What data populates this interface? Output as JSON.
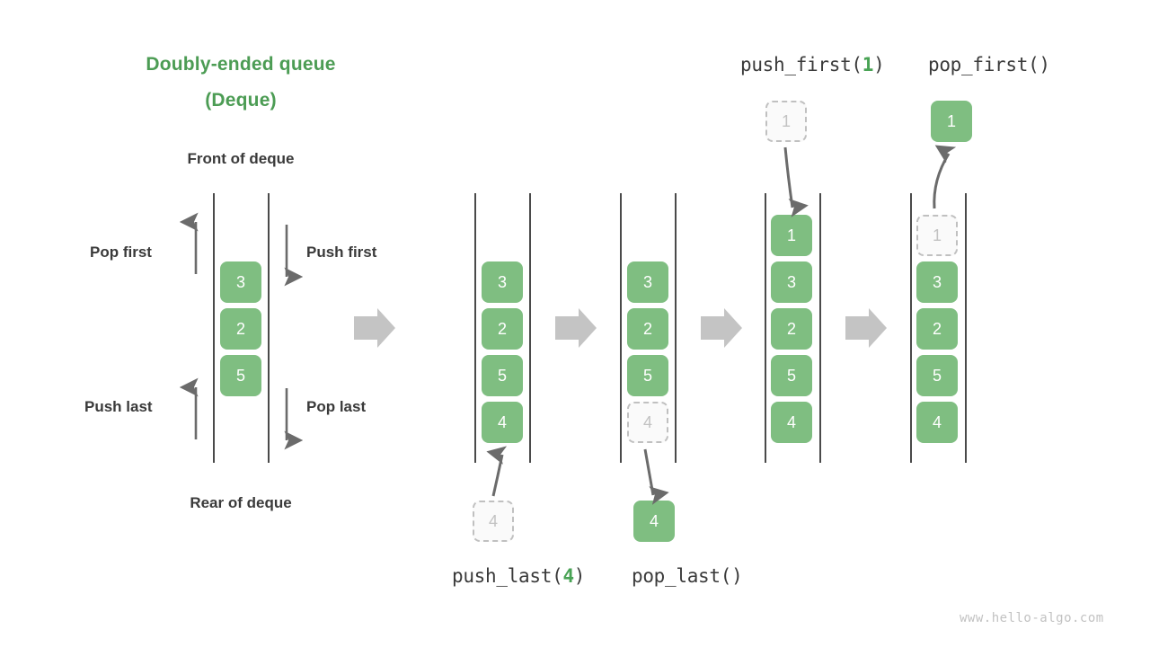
{
  "title": {
    "line1": "Doubly-ended queue",
    "line2": "(Deque)"
  },
  "labels": {
    "front": "Front of deque",
    "rear": "Rear of deque",
    "pop_first": "Pop first",
    "push_first": "Push first",
    "push_last": "Push last",
    "pop_last": "Pop last"
  },
  "operations": {
    "push_last": {
      "prefix": "push_last(",
      "arg": "4",
      "suffix": ")"
    },
    "pop_last": {
      "text": "pop_last()"
    },
    "push_first": {
      "prefix": "push_first(",
      "arg": "1",
      "suffix": ")"
    },
    "pop_first": {
      "text": "pop_first()"
    }
  },
  "colors": {
    "accent_green": "#4c9c54",
    "node_green": "#7fbe81",
    "ghost_border": "#c0c0c0",
    "ghost_text": "#c2c2c2",
    "arrow_gray": "#6b6b6b",
    "block_arrow_gray": "#c4c4c4",
    "text_dark": "#3a3a3a",
    "rail": "#4a4a4a"
  },
  "panels": [
    {
      "id": "panel-overview",
      "nodes": [
        {
          "value": "3",
          "state": "filled"
        },
        {
          "value": "2",
          "state": "filled"
        },
        {
          "value": "5",
          "state": "filled"
        }
      ]
    },
    {
      "id": "panel-before-push-last",
      "nodes": [
        {
          "value": "3",
          "state": "filled"
        },
        {
          "value": "2",
          "state": "filled"
        },
        {
          "value": "5",
          "state": "filled"
        },
        {
          "value": "4",
          "state": "filled"
        }
      ],
      "external": [
        {
          "value": "4",
          "state": "ghost"
        }
      ]
    },
    {
      "id": "panel-after-pop-last",
      "nodes": [
        {
          "value": "3",
          "state": "filled"
        },
        {
          "value": "2",
          "state": "filled"
        },
        {
          "value": "5",
          "state": "filled"
        },
        {
          "value": "4",
          "state": "ghost"
        }
      ],
      "external": [
        {
          "value": "4",
          "state": "filled"
        }
      ]
    },
    {
      "id": "panel-after-push-first",
      "nodes": [
        {
          "value": "1",
          "state": "filled"
        },
        {
          "value": "3",
          "state": "filled"
        },
        {
          "value": "2",
          "state": "filled"
        },
        {
          "value": "5",
          "state": "filled"
        },
        {
          "value": "4",
          "state": "filled"
        }
      ],
      "external": [
        {
          "value": "1",
          "state": "ghost"
        }
      ]
    },
    {
      "id": "panel-after-pop-first",
      "nodes": [
        {
          "value": "1",
          "state": "ghost"
        },
        {
          "value": "3",
          "state": "filled"
        },
        {
          "value": "2",
          "state": "filled"
        },
        {
          "value": "5",
          "state": "filled"
        },
        {
          "value": "4",
          "state": "filled"
        }
      ],
      "external": [
        {
          "value": "1",
          "state": "filled"
        }
      ]
    }
  ],
  "footer": {
    "text": "www.hello-algo.com"
  }
}
